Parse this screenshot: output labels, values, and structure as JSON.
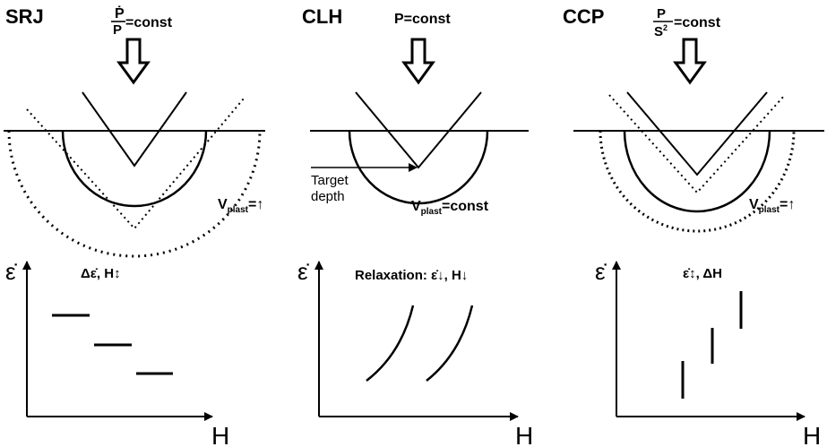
{
  "panels": [
    {
      "id": "srj",
      "method": "SRJ",
      "control_num": "Ṗ",
      "control_den": "P",
      "control_suffix": "=const",
      "volume_label_main": "V",
      "volume_label_sub": "plast",
      "volume_label_tail": "=↑",
      "plot_caption": "Δε̇, H↕",
      "y_axis": "ε̇",
      "x_axis": "H"
    },
    {
      "id": "clh",
      "method": "CLH",
      "control_text": "P=const",
      "target_line1": "Target",
      "target_line2": "depth",
      "volume_label_main": "V",
      "volume_label_sub": "plast",
      "volume_label_tail": "=const",
      "plot_caption": "Relaxation: ε̇↓, H↓",
      "y_axis": "ε̇",
      "x_axis": "H"
    },
    {
      "id": "ccp",
      "method": "CCP",
      "control_num": "P",
      "control_den_main": "S",
      "control_den_sup": "2",
      "control_suffix": "=const",
      "volume_label_main": "V",
      "volume_label_sub": "plast",
      "volume_label_tail": "=↑",
      "plot_caption": "ε̇↕, ΔH",
      "y_axis": "ε̇",
      "x_axis": "H"
    }
  ],
  "colors": {
    "ink": "#000000",
    "background": "#ffffff"
  }
}
